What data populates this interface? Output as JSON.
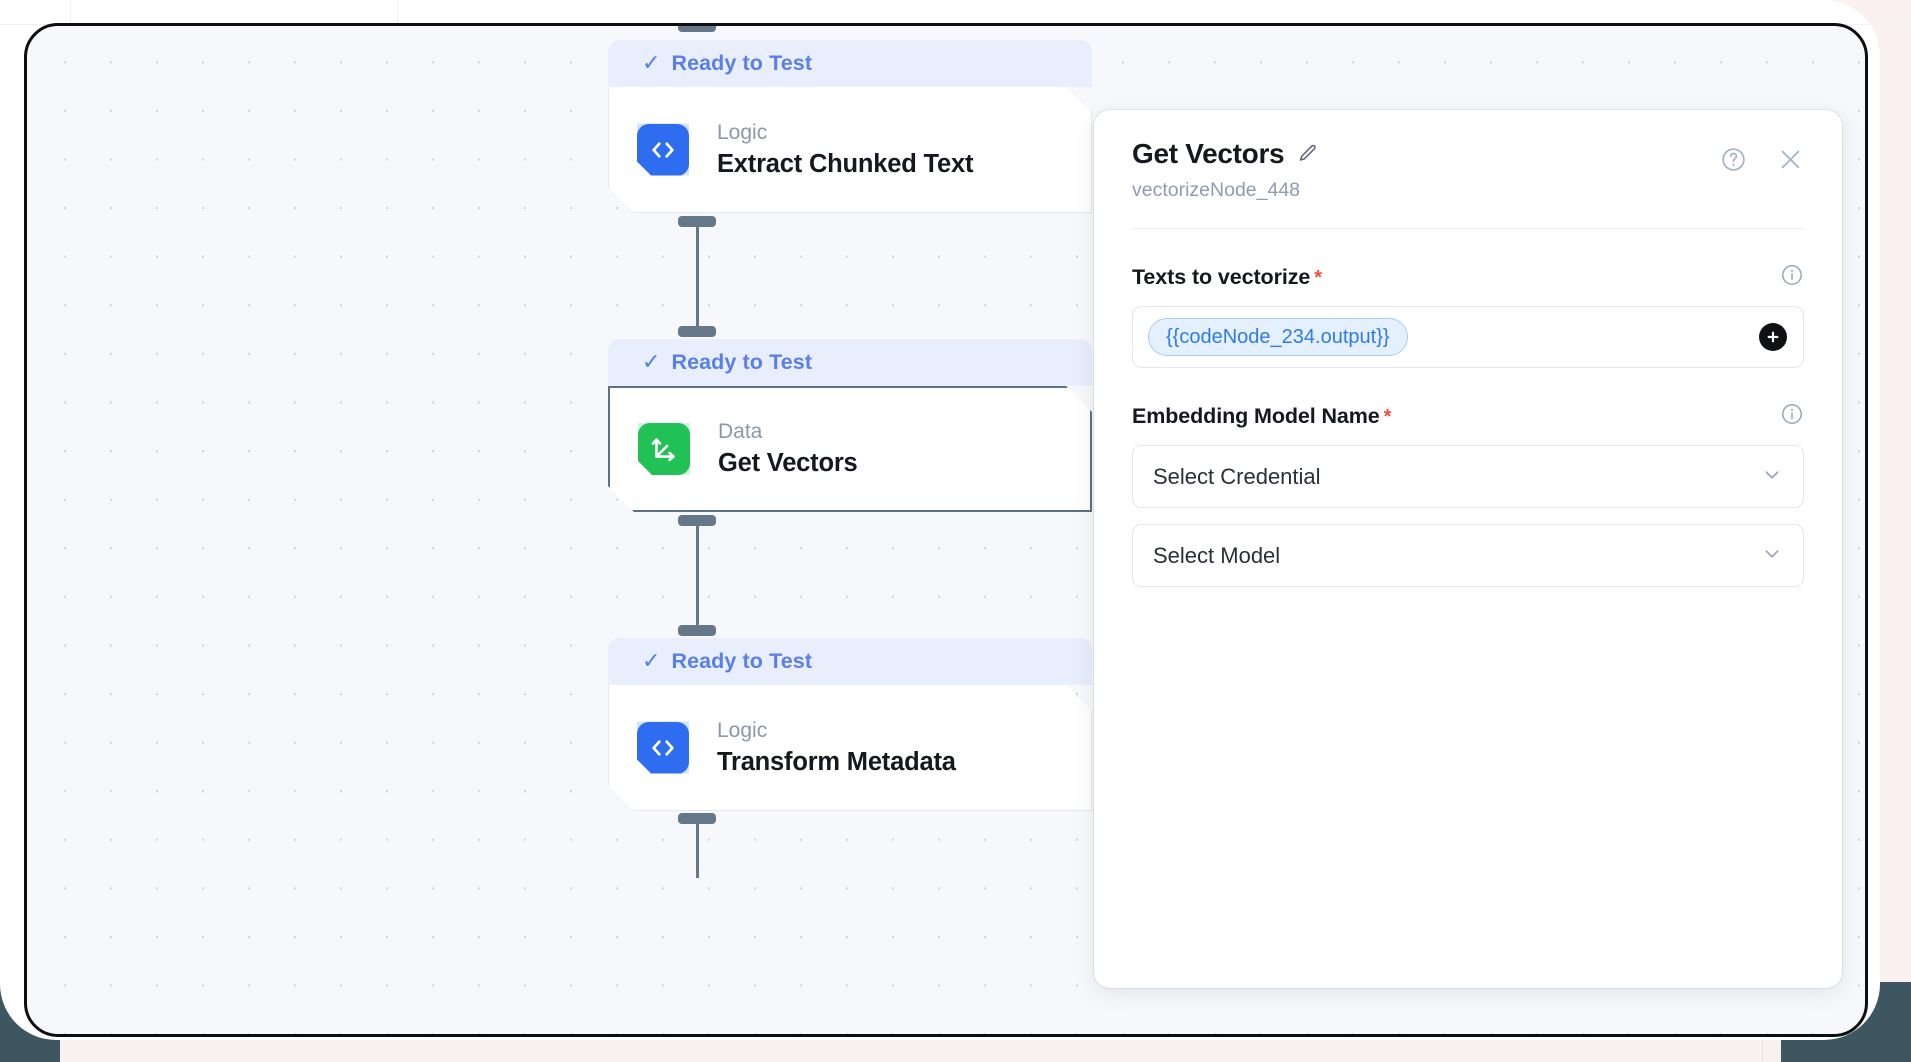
{
  "canvas": {
    "nodes": [
      {
        "status": "Ready to Test",
        "status_check": "check-icon",
        "kind": "Logic",
        "title": "Extract Chunked Text",
        "icon": "code-brackets-icon",
        "icon_color": "#2f6df0",
        "selected": false
      },
      {
        "status": "Ready to Test",
        "status_check": "check-icon",
        "kind": "Data",
        "title": "Get Vectors",
        "icon": "vector-axes-icon",
        "icon_color": "#21c155",
        "selected": true
      },
      {
        "status": "Ready to Test",
        "status_check": "check-icon",
        "kind": "Logic",
        "title": "Transform Metadata",
        "icon": "code-brackets-icon",
        "icon_color": "#2f6df0",
        "selected": false
      }
    ],
    "connector_color": "#65788a",
    "background": "#f7f8fb",
    "dot_color": "#cdd0d8"
  },
  "panel": {
    "title": "Get Vectors",
    "edit_icon": "pencil-icon",
    "subtitle": "vectorizeNode_448",
    "help_icon": "question-circle-icon",
    "close_icon": "close-icon",
    "fields": [
      {
        "label": "Texts to vectorize",
        "required_marker": "*",
        "info_icon": "info-circle-icon",
        "type": "token-input",
        "tokens": [
          "{{codeNode_234.output}}"
        ],
        "add_icon": "plus-icon"
      },
      {
        "label": "Embedding Model Name",
        "required_marker": "*",
        "info_icon": "info-circle-icon",
        "type": "selects",
        "selects": [
          {
            "value": "Select Credential",
            "chevron": "chevron-down-icon"
          },
          {
            "value": "Select Model",
            "chevron": "chevron-down-icon"
          }
        ]
      }
    ]
  },
  "colors": {
    "accent_blue": "#5a7fe8",
    "status_bg": "#e8eefb",
    "token_blue": "#2f7bec",
    "required_red": "#f0503a",
    "selected_border": "#5c7186"
  }
}
